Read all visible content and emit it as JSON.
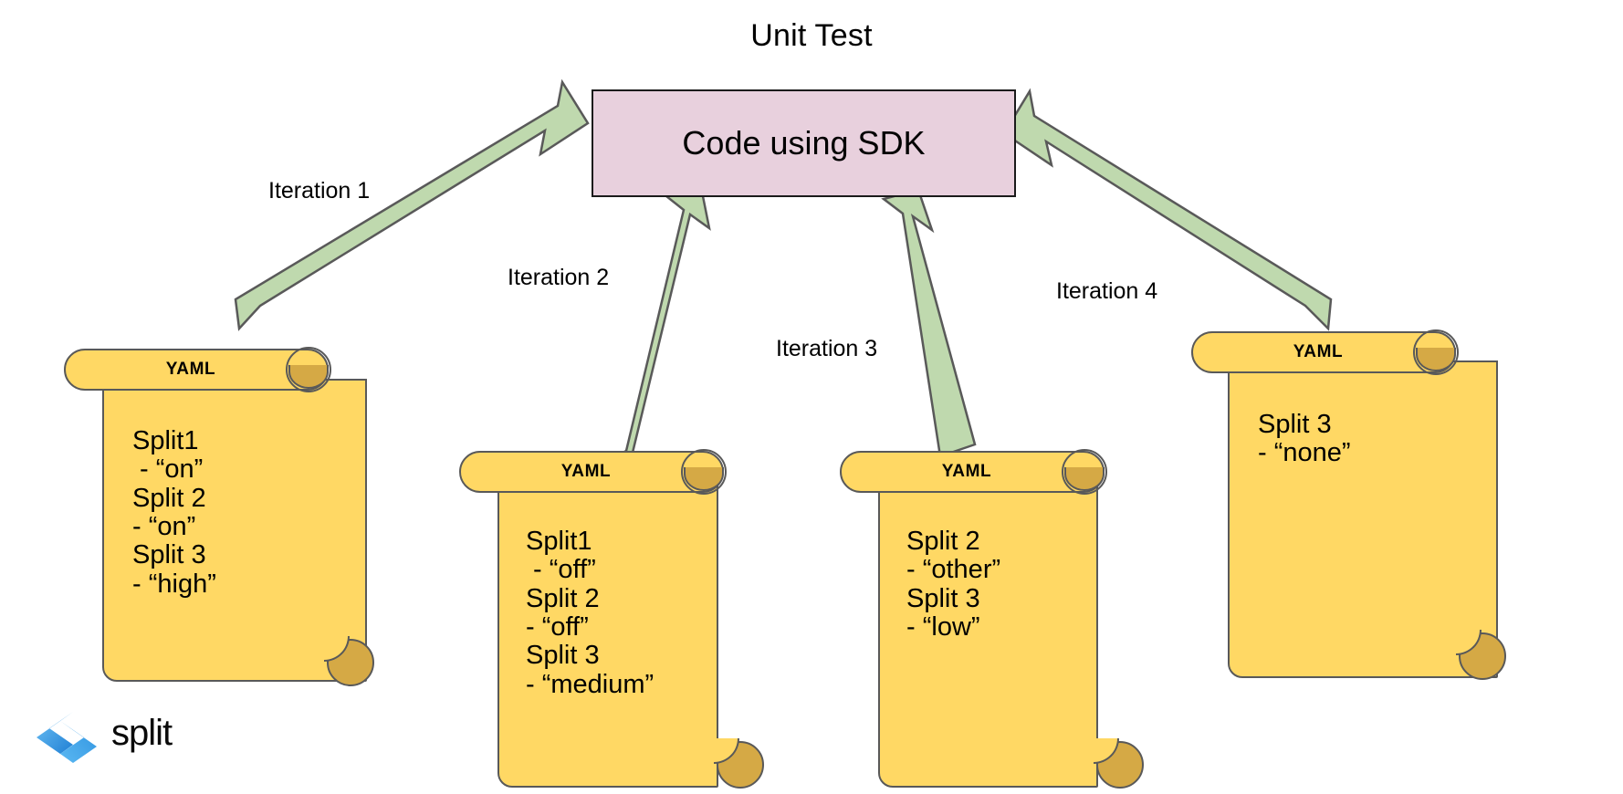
{
  "title": "Unit Test",
  "center_node": {
    "label": "Code using SDK",
    "fill": "#e8d0dd",
    "stroke": "#1b1b1b"
  },
  "arrow": {
    "fill": "#bfd9ae",
    "stroke": "#595959"
  },
  "arrows": [
    {
      "label": "Iteration 1"
    },
    {
      "label": "Iteration 2"
    },
    {
      "label": "Iteration 3"
    },
    {
      "label": "Iteration 4"
    }
  ],
  "documents": [
    {
      "header": "YAML",
      "fill": "#ffd864",
      "curl_fill": "#d5a945",
      "stroke": "#595959",
      "lines": "Split1\n - “on”\nSplit 2\n- “on”\nSplit 3\n- “high”"
    },
    {
      "header": "YAML",
      "fill": "#ffd864",
      "curl_fill": "#d5a945",
      "stroke": "#595959",
      "lines": "Split1\n - “off”\nSplit 2\n- “off”\nSplit 3\n- “medium”"
    },
    {
      "header": "YAML",
      "fill": "#ffd864",
      "curl_fill": "#d5a945",
      "stroke": "#595959",
      "lines": "Split 2\n- “other”\nSplit 3\n- “low”"
    },
    {
      "header": "YAML",
      "fill": "#ffd864",
      "curl_fill": "#d5a945",
      "stroke": "#595959",
      "lines": "Split 3\n- “none”"
    }
  ],
  "branding": {
    "wordmark": "split",
    "logo_color_light": "#4da8f0",
    "logo_color_dark": "#1f7fd4"
  }
}
